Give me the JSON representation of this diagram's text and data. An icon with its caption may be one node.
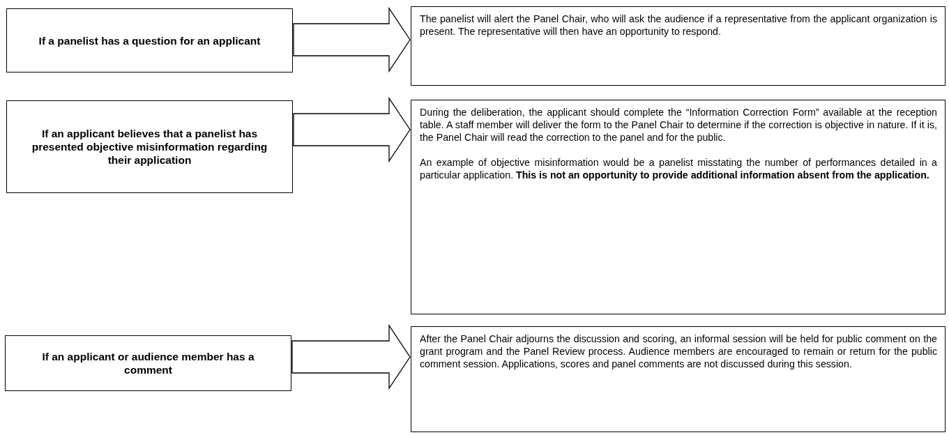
{
  "diagram": {
    "nodes": [
      {
        "text": [
          "If a panelist has a question for an applicant"
        ]
      },
      {
        "text": [
          "The panelist will alert the Panel Chair, who will ask the audience if a representative from the applicant organization is present. The representative will then have an opportunity to respond."
        ]
      },
      {
        "text": [
          "If an applicant believes that a panelist has presented objective misinformation regarding their application"
        ]
      },
      {
        "text": [
          "During the deliberation, the applicant should complete the “Information Correction Form” available at the reception table.  A staff member will deliver the form to the Panel Chair to determine if the correction is objective in nature. If it is, the Panel Chair will read the correction to the panel and for the public.",
          "An example of objective misinformation would be a panelist misstating the number of performances detailed in a particular application. **This is not an opportunity to provide additional information absent from the application.**"
        ]
      },
      {
        "text": [
          "If an applicant or audience member has a comment"
        ]
      },
      {
        "text": [
          "After the Panel Chair adjourns the discussion and scoring, an informal session will be held for public comment on the grant program and the Panel Review process.  Audience members are encouraged to remain or return for the public comment session. Applications, scores and panel comments are not discussed during this session."
        ]
      }
    ],
    "edges": [
      {
        "from": 0,
        "to": 1,
        "arrow": "to"
      },
      {
        "from": 2,
        "to": 3,
        "arrow": "to"
      },
      {
        "from": 4,
        "to": 5,
        "arrow": "to"
      }
    ]
  }
}
